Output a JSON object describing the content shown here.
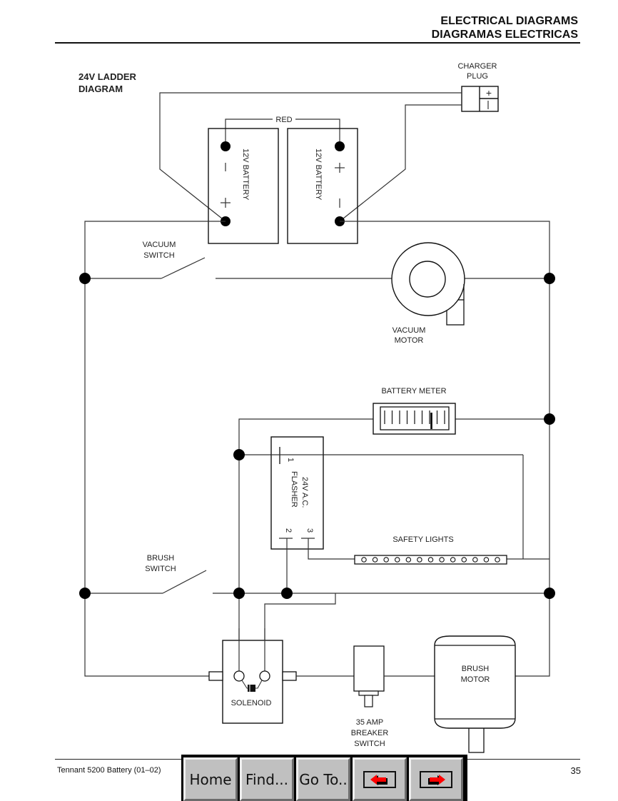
{
  "header": {
    "line1": "ELECTRICAL DIAGRAMS",
    "line2": "DIAGRAMAS ELECTRICAS"
  },
  "diagram": {
    "title_line1": "24V LADDER",
    "title_line2": "DIAGRAM",
    "charger_plug": {
      "line1": "CHARGER",
      "line2": "PLUG",
      "plus": "+",
      "minus": "|"
    },
    "red_wire_label": "RED",
    "battery_left": {
      "label": "12V BATTERY",
      "top_terminal": "−",
      "bottom_terminal": "+"
    },
    "battery_right": {
      "label": "12V BATTERY",
      "top_terminal": "+",
      "bottom_terminal": "−"
    },
    "vacuum_switch": {
      "line1": "VACUUM",
      "line2": "SWITCH"
    },
    "vacuum_motor": {
      "line1": "VACUUM",
      "line2": "MOTOR"
    },
    "battery_meter": {
      "label": "BATTERY METER",
      "ticks": 9,
      "needle_level": 0.78
    },
    "flasher": {
      "line1": "24V A.C.",
      "line2": "FLASHER",
      "pin1": "1",
      "pin2": "2",
      "pin3": "3"
    },
    "safety_lights": {
      "label": "SAFETY LIGHTS",
      "bulb_count": 13
    },
    "brush_switch": {
      "line1": "BRUSH",
      "line2": "SWITCH"
    },
    "solenoid": {
      "label": "SOLENOID"
    },
    "breaker": {
      "line1": "35 AMP",
      "line2": "BREAKER",
      "line3": "SWITCH"
    },
    "brush_motor": {
      "line1": "BRUSH",
      "line2": "MOTOR"
    }
  },
  "footer": {
    "doc_title": "Tennant 5200 Battery  (01–02)",
    "page_number": "35"
  },
  "nav": {
    "home": "Home",
    "find": "Find...",
    "goto": "Go To..",
    "prev_icon": "left-arrow",
    "next_icon": "right-arrow"
  }
}
